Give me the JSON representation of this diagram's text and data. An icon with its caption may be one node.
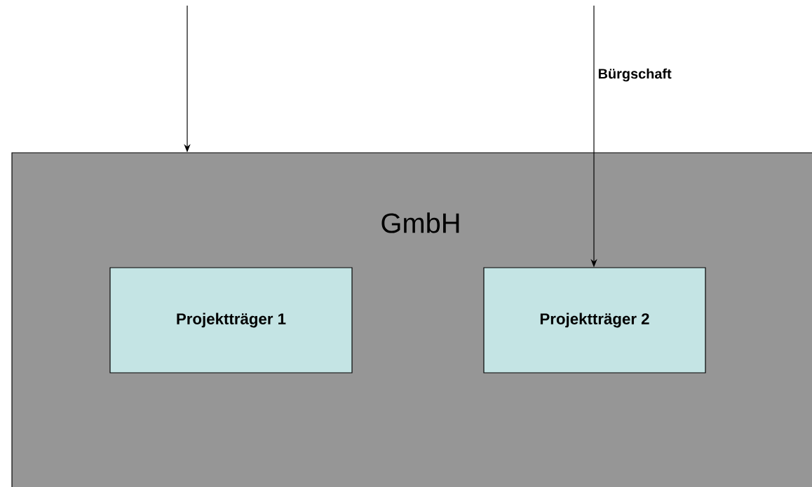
{
  "diagram": {
    "nodes": [
      {
        "text": [
          "GmbH"
        ]
      },
      {
        "text": [
          "Projektträger 1"
        ],
        "in": 0
      },
      {
        "text": [
          "Projektträger 2"
        ],
        "in": 0
      }
    ],
    "edges": [
      {
        "from": null,
        "to": 0,
        "arrow": "to"
      },
      {
        "from": null,
        "to": 2,
        "arrow": "to",
        "label": "Bürgschaft"
      }
    ]
  }
}
